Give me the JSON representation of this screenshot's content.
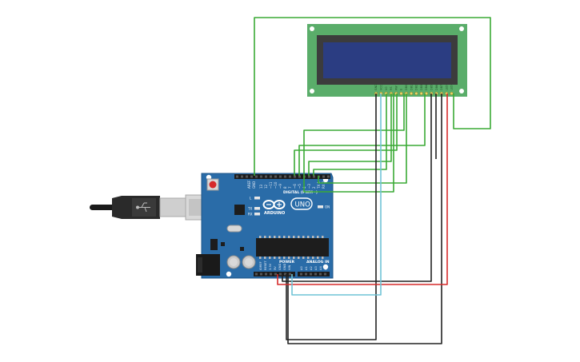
{
  "arduino": {
    "brand": "ARDUINO",
    "model": "UNO",
    "digital_header": "DIGITAL (PWM~)",
    "power_header": "POWER",
    "analog_header": "ANALOG IN",
    "led_l": "L",
    "led_tx": "TX",
    "led_rx": "RX",
    "led_on": "ON",
    "aref": "AREF",
    "gnd": "GND",
    "digital_pins": [
      "13",
      "12",
      "~11",
      "~10",
      "~9",
      "8",
      "7",
      "~6",
      "~5",
      "4",
      "~3",
      "2",
      "TX 1",
      "RX 0"
    ],
    "power_pins": [
      "IOREF",
      "RESET",
      "3.3V",
      "5V",
      "GND",
      "GND",
      "VIN"
    ],
    "analog_pins": [
      "A0",
      "A1",
      "A2",
      "A3",
      "A4",
      "A5"
    ]
  },
  "lcd": {
    "pins": [
      "GND",
      "VCC",
      "V0",
      "RS",
      "RW",
      "E",
      "DB0",
      "DB1",
      "DB2",
      "DB3",
      "DB4",
      "DB5",
      "DB6",
      "DB7",
      "LED",
      "LED"
    ]
  },
  "colors": {
    "board": "#2a6ca8",
    "board_dark": "#1f5688",
    "lcd_pcb": "#5aad6a",
    "lcd_screen": "#2b3d82",
    "wire_green": "#3aaa35",
    "wire_black": "#222222",
    "wire_red": "#d62b2b",
    "wire_cyan": "#6fc3d6"
  },
  "icons": {
    "usb_plug": "usb-plug-icon",
    "reset_button": "reset-button-icon",
    "infinity_logo": "arduino-infinity-logo"
  }
}
